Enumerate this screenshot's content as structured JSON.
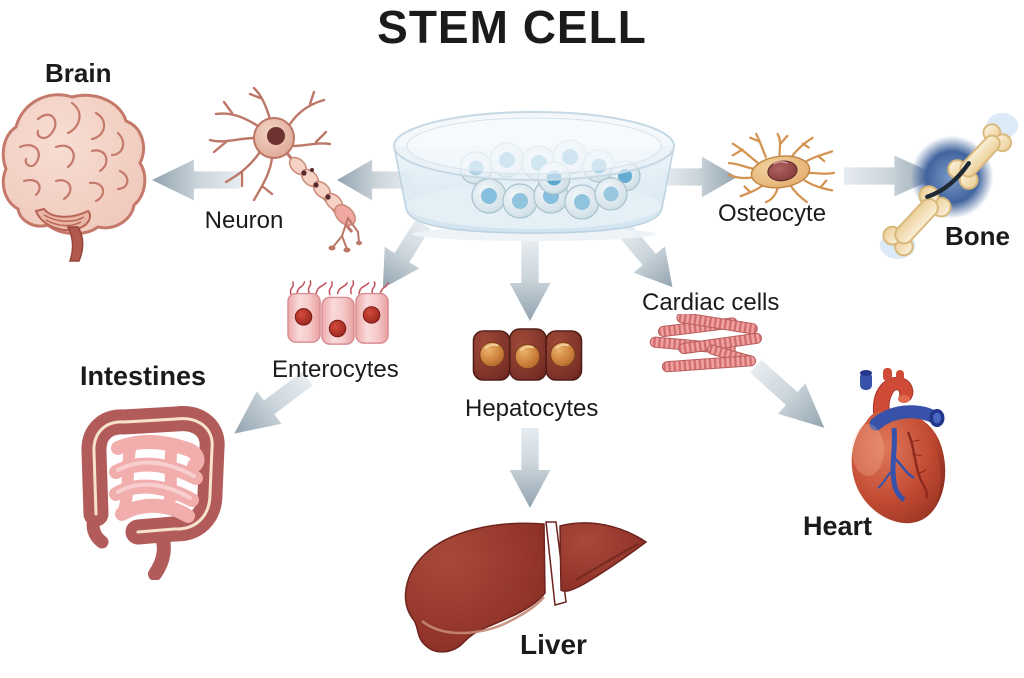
{
  "title": "STEM CELL",
  "labels": {
    "brain": "Brain",
    "neuron": "Neuron",
    "osteocyte": "Osteocyte",
    "bone": "Bone",
    "enterocytes": "Enterocytes",
    "intestines": "Intestines",
    "hepatocytes": "Hepatocytes",
    "cardiac_cells": "Cardiac cells",
    "heart": "Heart",
    "liver": "Liver"
  },
  "edges": [
    {
      "from": "stem-cell-dish",
      "to": "neuron"
    },
    {
      "from": "neuron",
      "to": "brain"
    },
    {
      "from": "stem-cell-dish",
      "to": "osteocyte"
    },
    {
      "from": "osteocyte",
      "to": "bone"
    },
    {
      "from": "stem-cell-dish",
      "to": "enterocytes"
    },
    {
      "from": "enterocytes",
      "to": "intestines"
    },
    {
      "from": "stem-cell-dish",
      "to": "hepatocytes"
    },
    {
      "from": "hepatocytes",
      "to": "liver"
    },
    {
      "from": "stem-cell-dish",
      "to": "cardiac_cells"
    },
    {
      "from": "cardiac_cells",
      "to": "heart"
    }
  ],
  "colors": {
    "background": "#ffffff",
    "text": "#1b1b1b",
    "arrow_light": "#e6ebef",
    "arrow_dark": "#96a6b2",
    "dish_blue": "#dbe9f2",
    "stem_cell_nucleus": "#4f9fc9",
    "brain_pink": "#efc9bb",
    "neuron_tan": "#e3a892",
    "osteocyte_tan": "#e7b377",
    "bone_cream": "#f8e6c2",
    "joint_blue": "#41649e",
    "enterocyte_pink": "#f4c0c0",
    "enterocyte_nucleus": "#b02c24",
    "hepatocyte_brown": "#7c3128",
    "hepatocyte_nucleus": "#c97c3a",
    "cardiac_pink": "#ef9c9c",
    "intestine_dark": "#b25b5b",
    "intestine_light": "#f2adad",
    "heart_red": "#c14a33",
    "vessel_blue": "#3752a8",
    "liver_brown": "#93352a"
  }
}
